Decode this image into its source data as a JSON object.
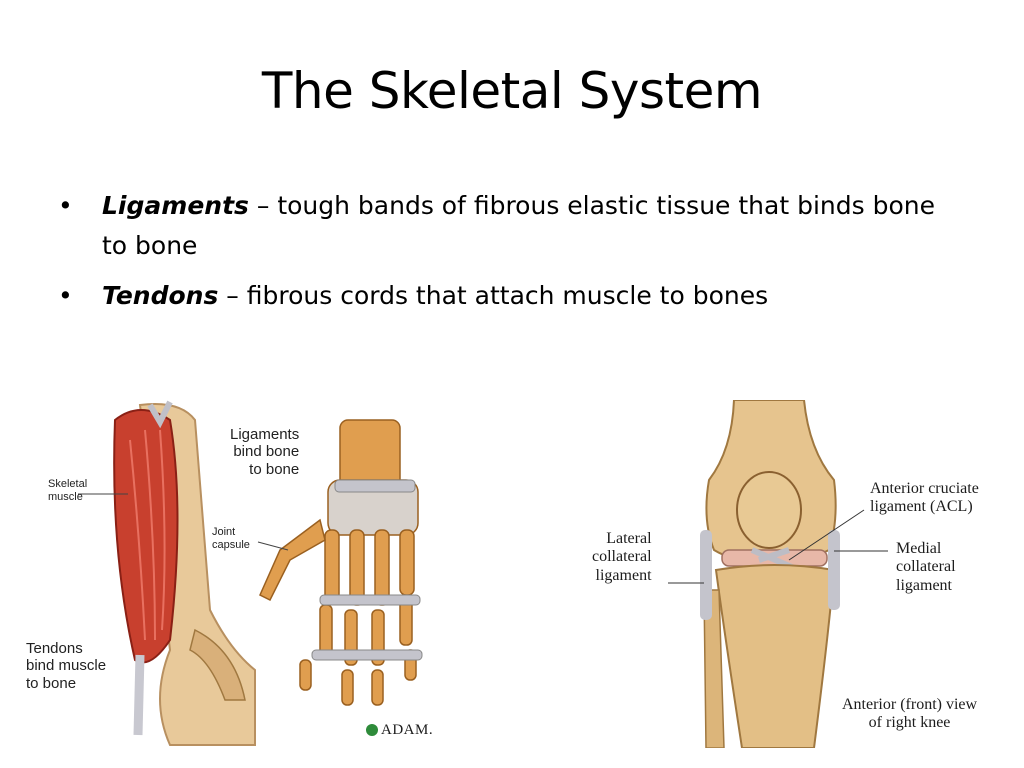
{
  "title": "The Skeletal System",
  "bullets": [
    {
      "term": "Ligaments",
      "dash": " – ",
      "text": "tough bands of fibrous elastic tissue that binds bone to bone"
    },
    {
      "term": "Tendons",
      "dash": " – ",
      "text": "fibrous cords that attach muscle to bones"
    }
  ],
  "left_figure": {
    "labels": {
      "skeletal_muscle": "Skeletal\nmuscle",
      "ligaments": "Ligaments\nbind bone\nto bone",
      "joint_capsule": "Joint\ncapsule",
      "tendons": "Tendons\nbind muscle\nto bone",
      "credit": "ADAM."
    }
  },
  "right_figure": {
    "labels": {
      "acl": "Anterior cruciate\nligament (ACL)",
      "lateral": "Lateral\ncollateral\nligament",
      "medial": "Medial\ncollateral\nligament",
      "view": "Anterior (front) view\nof right knee"
    }
  }
}
